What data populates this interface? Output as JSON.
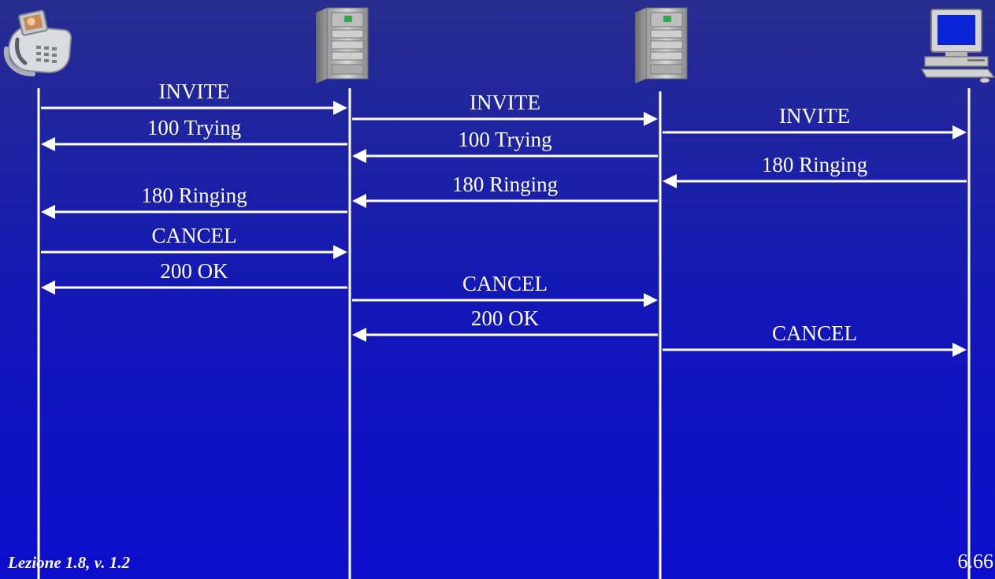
{
  "participants": [
    {
      "icon": "video-phone-icon"
    },
    {
      "icon": "proxy-server-icon"
    },
    {
      "icon": "proxy-server-icon"
    },
    {
      "icon": "desktop-computer-icon"
    }
  ],
  "messages": [
    {
      "label": "INVITE",
      "from": 0,
      "to": 1
    },
    {
      "label": "100 Trying",
      "from": 1,
      "to": 0
    },
    {
      "label": "INVITE",
      "from": 1,
      "to": 2
    },
    {
      "label": "100 Trying",
      "from": 2,
      "to": 1
    },
    {
      "label": "INVITE",
      "from": 2,
      "to": 3
    },
    {
      "label": "180 Ringing",
      "from": 3,
      "to": 2
    },
    {
      "label": "180 Ringing",
      "from": 2,
      "to": 1
    },
    {
      "label": "180 Ringing",
      "from": 1,
      "to": 0
    },
    {
      "label": "CANCEL",
      "from": 0,
      "to": 1
    },
    {
      "label": "200 OK",
      "from": 1,
      "to": 0
    },
    {
      "label": "CANCEL",
      "from": 1,
      "to": 2
    },
    {
      "label": "200 OK",
      "from": 2,
      "to": 1
    },
    {
      "label": "CANCEL",
      "from": 2,
      "to": 3
    }
  ],
  "footer": {
    "lecture": "Lezione 1.8, v. 1.2",
    "page": "6.66"
  },
  "colors": {
    "line": "#ffffff",
    "background_top": "#272d8f",
    "background_bottom": "#0c0ecc"
  }
}
